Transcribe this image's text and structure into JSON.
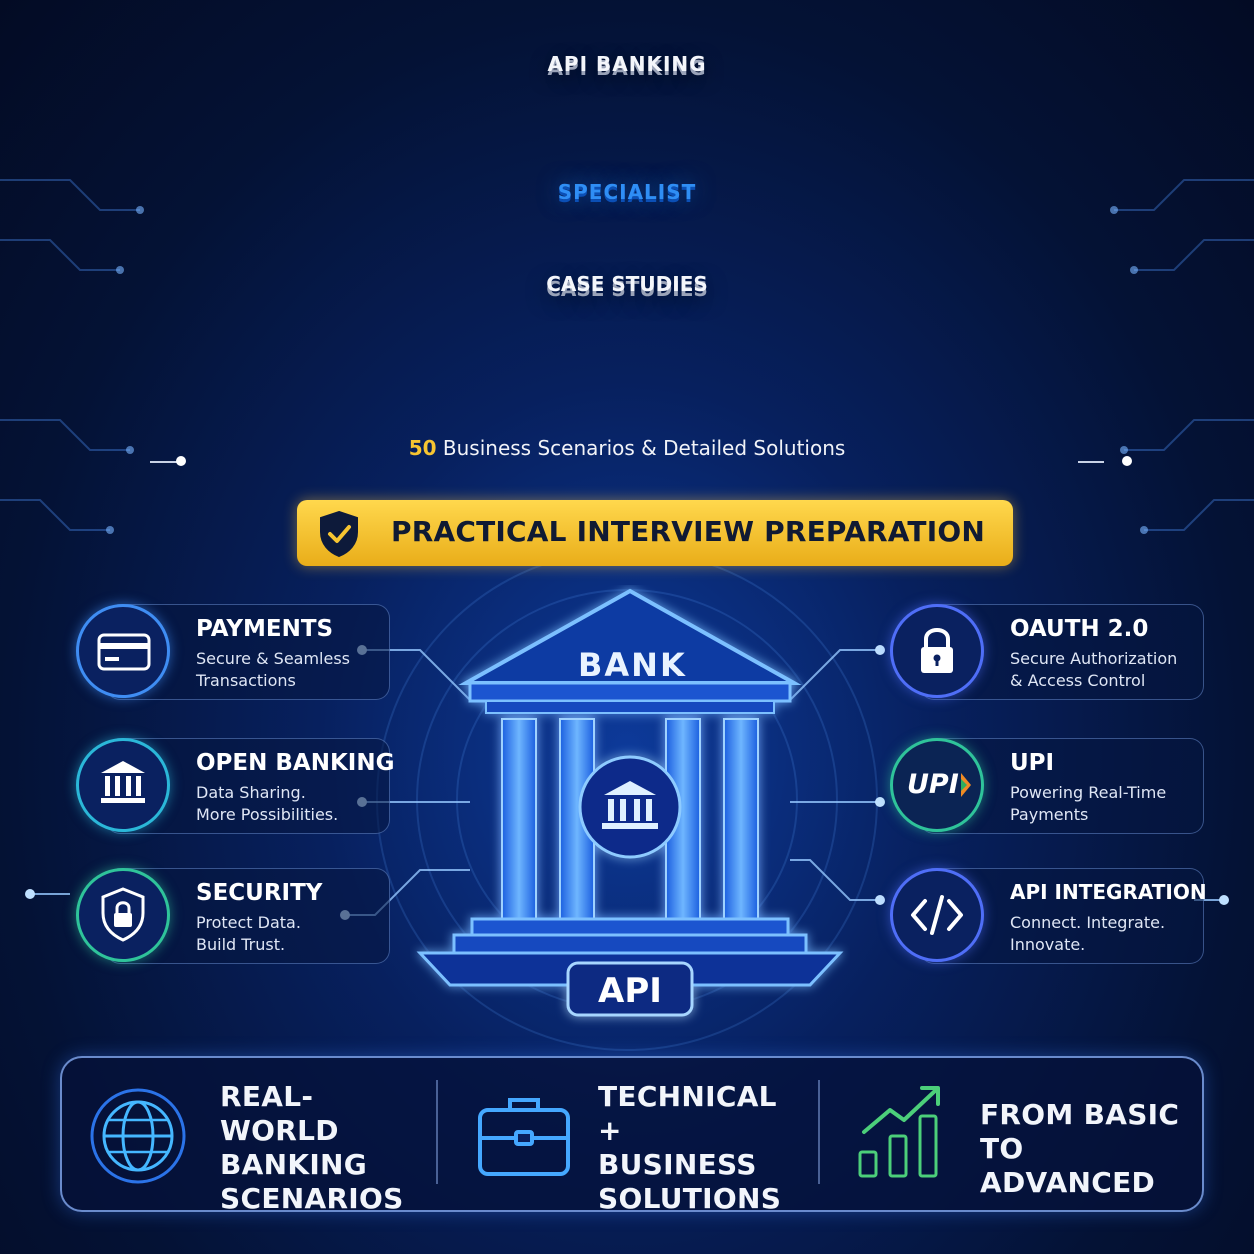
{
  "title": {
    "line1": "API BANKING",
    "line2": "SPECIALIST",
    "line3": "CASE STUDIES"
  },
  "subtitle": {
    "number": "50",
    "text": " Business Scenarios & Detailed Solutions"
  },
  "banner": {
    "label": "PRACTICAL INTERVIEW PREPARATION",
    "icon": "shield-check-icon"
  },
  "center": {
    "building_label": "BANK",
    "api_label": "API"
  },
  "features": {
    "left": [
      {
        "title": "PAYMENTS",
        "description": "Secure & Seamless\nTransactions",
        "icon": "credit-card-icon"
      },
      {
        "title": "OPEN BANKING",
        "description": "Data Sharing.\nMore Possibilities.",
        "icon": "bank-icon"
      },
      {
        "title": "SECURITY",
        "description": "Protect Data.\nBuild Trust.",
        "icon": "shield-lock-icon"
      }
    ],
    "right": [
      {
        "title": "OAUTH 2.0",
        "description": "Secure Authorization\n& Access Control",
        "icon": "padlock-icon"
      },
      {
        "title": "UPI",
        "description": "Powering Real-Time\nPayments",
        "icon": "upi-logo",
        "logo_text": "UPI"
      },
      {
        "title": "API INTEGRATION",
        "description": "Connect. Integrate.\nInnovate.",
        "icon": "code-icon"
      }
    ]
  },
  "bottom": [
    {
      "label": "REAL-WORLD\nBANKING\nSCENARIOS",
      "icon": "globe-icon"
    },
    {
      "label": "TECHNICAL +\nBUSINESS\nSOLUTIONS",
      "icon": "briefcase-icon"
    },
    {
      "label": "FROM BASIC\nTO ADVANCED",
      "icon": "growth-chart-icon"
    }
  ],
  "colors": {
    "accent_blue": "#2f8ef5",
    "gold": "#f7c531",
    "background": "#041235"
  }
}
